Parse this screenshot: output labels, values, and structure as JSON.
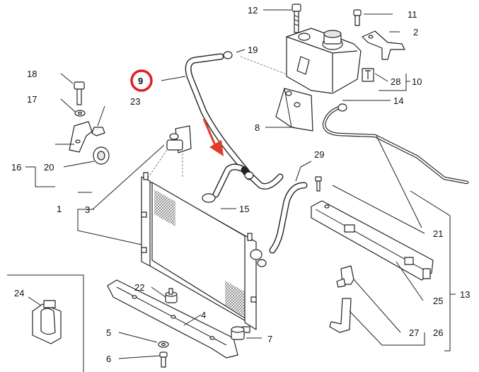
{
  "callouts": [
    {
      "id": "c1",
      "text": "1"
    },
    {
      "id": "c2",
      "text": "2"
    },
    {
      "id": "c3",
      "text": "3"
    },
    {
      "id": "c4",
      "text": "4"
    },
    {
      "id": "c5",
      "text": "5"
    },
    {
      "id": "c6",
      "text": "6"
    },
    {
      "id": "c7",
      "text": "7"
    },
    {
      "id": "c8",
      "text": "8"
    },
    {
      "id": "c9",
      "text": "9"
    },
    {
      "id": "c10",
      "text": "10"
    },
    {
      "id": "c11",
      "text": "11"
    },
    {
      "id": "c12",
      "text": "12"
    },
    {
      "id": "c13",
      "text": "13"
    },
    {
      "id": "c14",
      "text": "14"
    },
    {
      "id": "c15",
      "text": "15"
    },
    {
      "id": "c16",
      "text": "16"
    },
    {
      "id": "c17",
      "text": "17"
    },
    {
      "id": "c18",
      "text": "18"
    },
    {
      "id": "c19",
      "text": "19"
    },
    {
      "id": "c20",
      "text": "20"
    },
    {
      "id": "c21",
      "text": "21"
    },
    {
      "id": "c22",
      "text": "22"
    },
    {
      "id": "c23",
      "text": "23"
    },
    {
      "id": "c24",
      "text": "24"
    },
    {
      "id": "c25",
      "text": "25"
    },
    {
      "id": "c26",
      "text": "26"
    },
    {
      "id": "c27",
      "text": "27"
    },
    {
      "id": "c28",
      "text": "28"
    },
    {
      "id": "c29",
      "text": "29"
    }
  ],
  "highlight": {
    "callout": "9",
    "color": "#e02020"
  },
  "arrow_color": "#e03c28"
}
